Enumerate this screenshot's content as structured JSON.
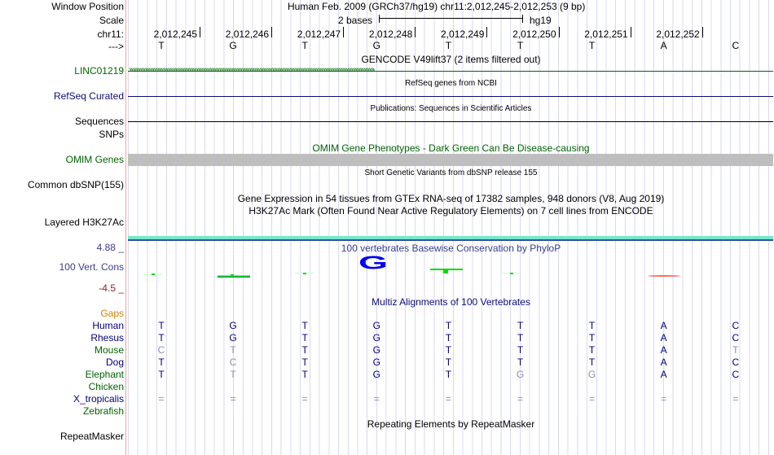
{
  "labels": {
    "window_position": "Window Position",
    "scale": "Scale",
    "chr": "chr11:",
    "strand": "--->",
    "linc": "LINC01219",
    "refseq": "RefSeq Curated",
    "sequences": "Sequences",
    "snps": "SNPs",
    "omim": "OMIM Genes",
    "dbsnp": "Common dbSNP(155)",
    "h3k27ac": "Layered H3K27Ac",
    "phylop_max": "4.88 _",
    "vert_cons": "100 Vert. Cons",
    "phylop_min": "-4.5 _",
    "gaps": "Gaps",
    "repeatmasker": "RepeatMasker"
  },
  "header": {
    "position": "Human Feb. 2009 (GRCh37/hg19)   chr11:2,012,245-2,012,253 (9 bp)",
    "scale_text": "2 bases",
    "assembly": "hg19"
  },
  "coords": [
    "2,012,245",
    "2,012,246",
    "2,012,247",
    "2,012,248",
    "2,012,249",
    "2,012,250",
    "2,012,251",
    "2,012,252"
  ],
  "bases": [
    "T",
    "G",
    "T",
    "G",
    "T",
    "T",
    "T",
    "A",
    "C"
  ],
  "tracks": {
    "gencode": "GENCODE V49lift37 (2 items filtered out)",
    "refseq": "RefSeq genes from NCBI",
    "pubs": "Publications: Sequences in Scientific Articles",
    "omim": "OMIM Gene Phenotypes - Dark Green Can Be Disease-causing",
    "dbsnp": "Short Genetic Variants from dbSNP release 155",
    "gtex": "Gene Expression in 54 tissues from GTEx RNA-seq of 17382 samples, 948 donors (V8, Aug 2019)",
    "h3k27ac": "H3K27Ac Mark (Often Found Near Active Regulatory Elements) on 7 cell lines from ENCODE",
    "phylop": "100 vertebrates Basewise Conservation by PhyloP",
    "multiz": "Multiz Alignments of 100 Vertebrates",
    "rmsk": "Repeating Elements by RepeatMasker",
    "logo_letter": "G"
  },
  "species": [
    {
      "name": "Human",
      "color": "#000080",
      "bases": [
        "T",
        "G",
        "T",
        "G",
        "T",
        "T",
        "T",
        "A",
        "C"
      ],
      "dim": []
    },
    {
      "name": "Rhesus",
      "color": "#000080",
      "bases": [
        "T",
        "G",
        "T",
        "G",
        "T",
        "T",
        "T",
        "A",
        "C"
      ],
      "dim": []
    },
    {
      "name": "Mouse",
      "color": "#006400",
      "bases": [
        "C",
        "T",
        "T",
        "G",
        "T",
        "T",
        "T",
        "A",
        "T"
      ],
      "dim": [
        0,
        1,
        8
      ]
    },
    {
      "name": "Dog",
      "color": "#000080",
      "bases": [
        "T",
        "C",
        "T",
        "G",
        "T",
        "T",
        "T",
        "A",
        "C"
      ],
      "dim": [
        1
      ]
    },
    {
      "name": "Elephant",
      "color": "#006400",
      "bases": [
        "T",
        "T",
        "T",
        "G",
        "T",
        "G",
        "G",
        "A",
        "C"
      ],
      "dim": [
        1,
        5,
        6
      ]
    },
    {
      "name": "Chicken",
      "color": "#006400",
      "bases": [],
      "dim": []
    },
    {
      "name": "X_tropicalis",
      "color": "#000080",
      "bases": [
        "=",
        "=",
        "=",
        "=",
        "=",
        "=",
        "=",
        "=",
        "="
      ],
      "dim": [
        0,
        1,
        2,
        3,
        4,
        5,
        6,
        7,
        8
      ]
    },
    {
      "name": "Zebrafish",
      "color": "#006400",
      "bases": [],
      "dim": []
    }
  ],
  "colors": {
    "gene": "#006400",
    "refseq": "#0c0c78",
    "omim_bar": "#bebebe",
    "phylop": "#3c3c8c",
    "dim": "#8c8cb4",
    "gaps": "#d08000"
  }
}
